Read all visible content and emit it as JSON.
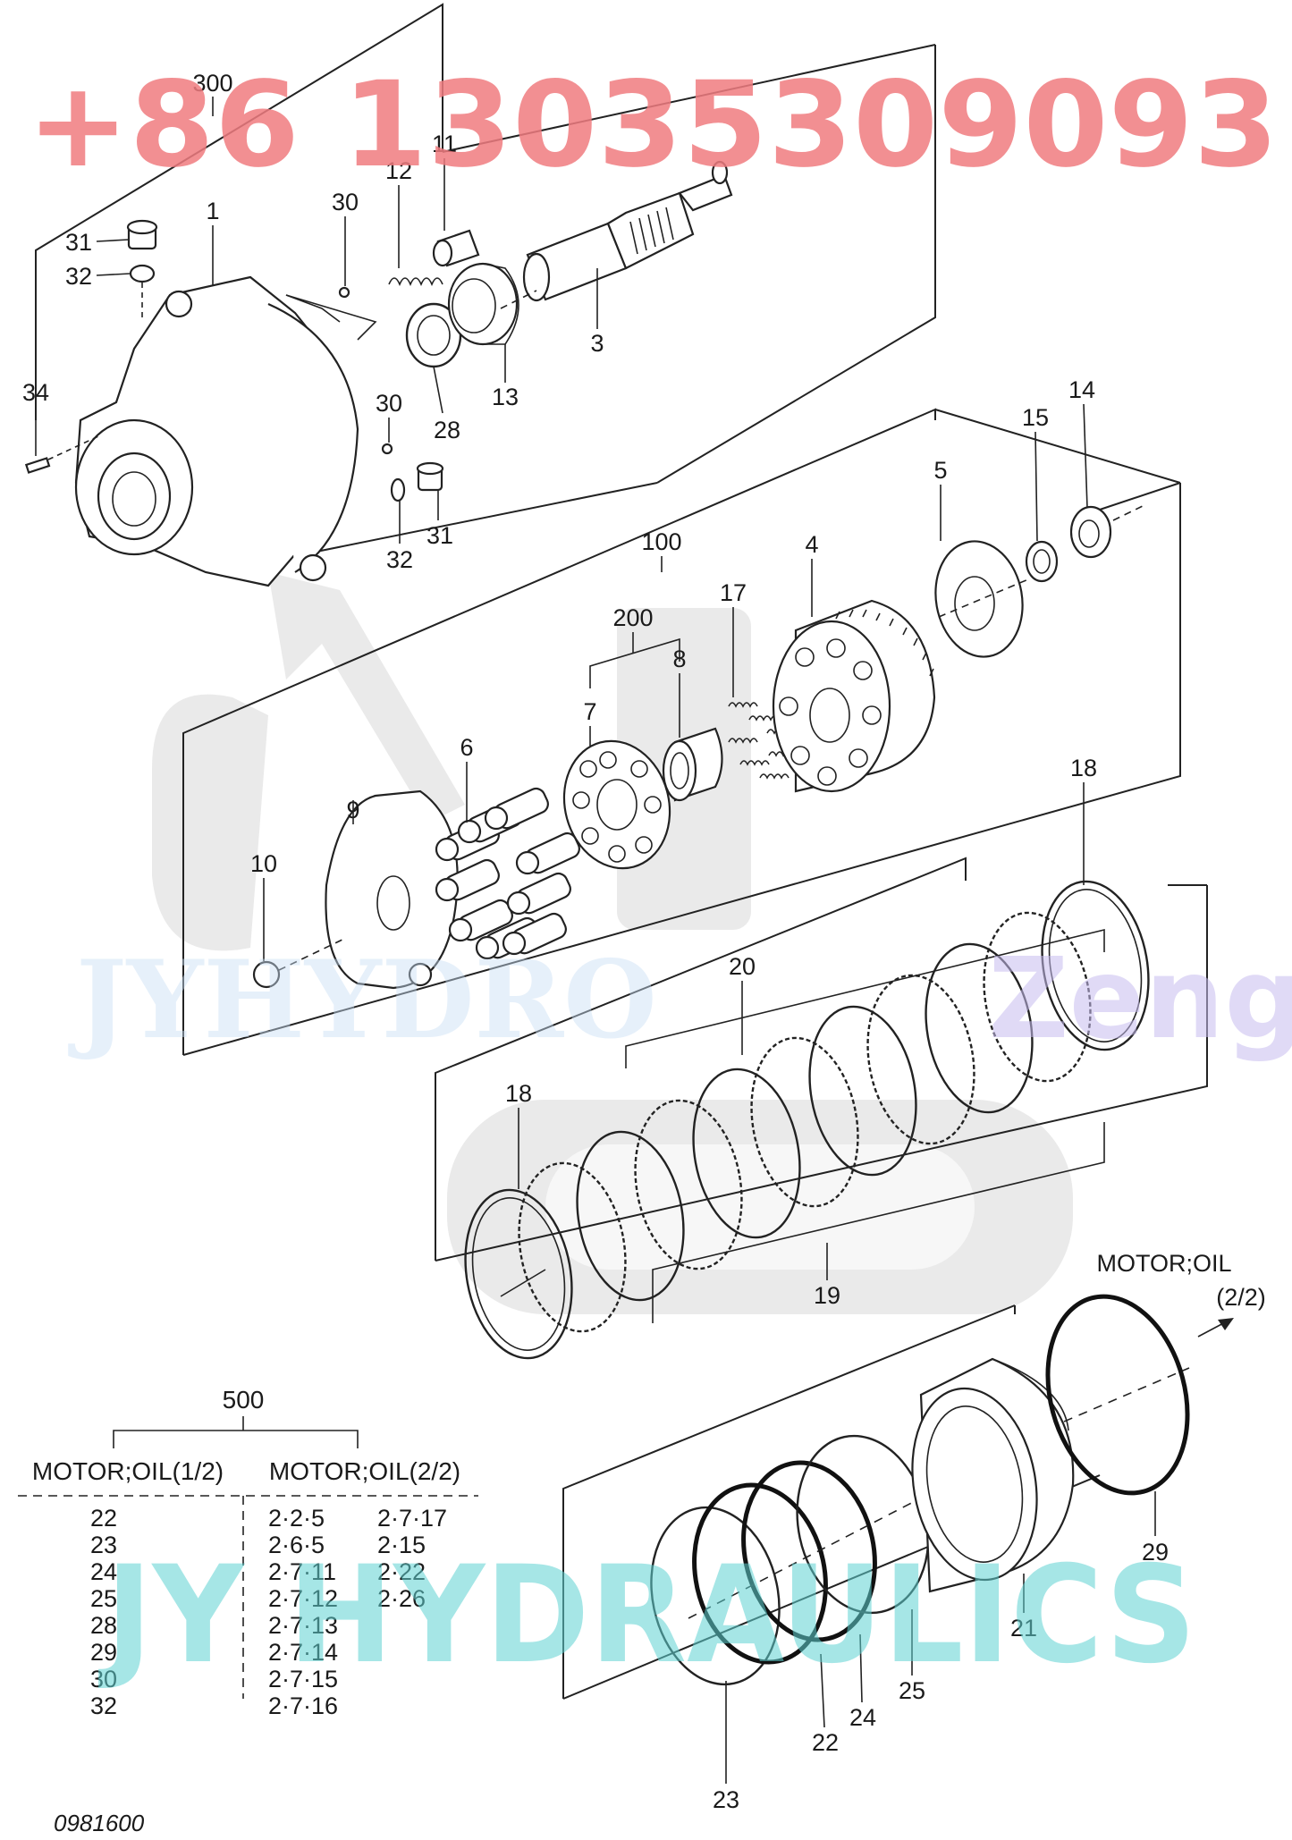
{
  "watermarks": {
    "phone": "+86 13035309093",
    "brand_large": "JY HYDRAULICS",
    "brand_faint": "JYHYDRO",
    "brand_zeng": "Zeng"
  },
  "part_numbers": {
    "p300": "300",
    "p1": "1",
    "p30a": "30",
    "p12": "12",
    "p11": "11",
    "p31a": "31",
    "p32a": "32",
    "p34": "34",
    "p28": "28",
    "p13": "13",
    "p3": "3",
    "p30b": "30",
    "p32b": "32",
    "p31b": "31",
    "p100": "100",
    "p200": "200",
    "p17": "17",
    "p8": "8",
    "p7": "7",
    "p6": "6",
    "p4": "4",
    "p5": "5",
    "p15": "15",
    "p14": "14",
    "p9": "9",
    "p10": "10",
    "p18a": "18",
    "p20": "20",
    "p18b": "18",
    "p19": "19",
    "p29": "29",
    "p21": "21",
    "p25": "25",
    "p24": "24",
    "p22": "22",
    "p23": "23"
  },
  "continuation": {
    "label": "MOTOR;OIL",
    "page": "(2/2)"
  },
  "assembly_table": {
    "group": "500",
    "col1_header": "MOTOR;OIL(1/2)",
    "col2_header": "MOTOR;OIL(2/2)",
    "col1_items": [
      "22",
      "23",
      "24",
      "25",
      "28",
      "29",
      "30",
      "32"
    ],
    "col2a_items": [
      "2·2·5",
      "2·6·5",
      "2·7·11",
      "2·7·12",
      "2·7·13",
      "2·7·14",
      "2·7·15",
      "2·7·16"
    ],
    "col2b_items": [
      "2·7·17",
      "2·15",
      "2·22",
      "2·26"
    ]
  },
  "drawing_number": "0981600"
}
